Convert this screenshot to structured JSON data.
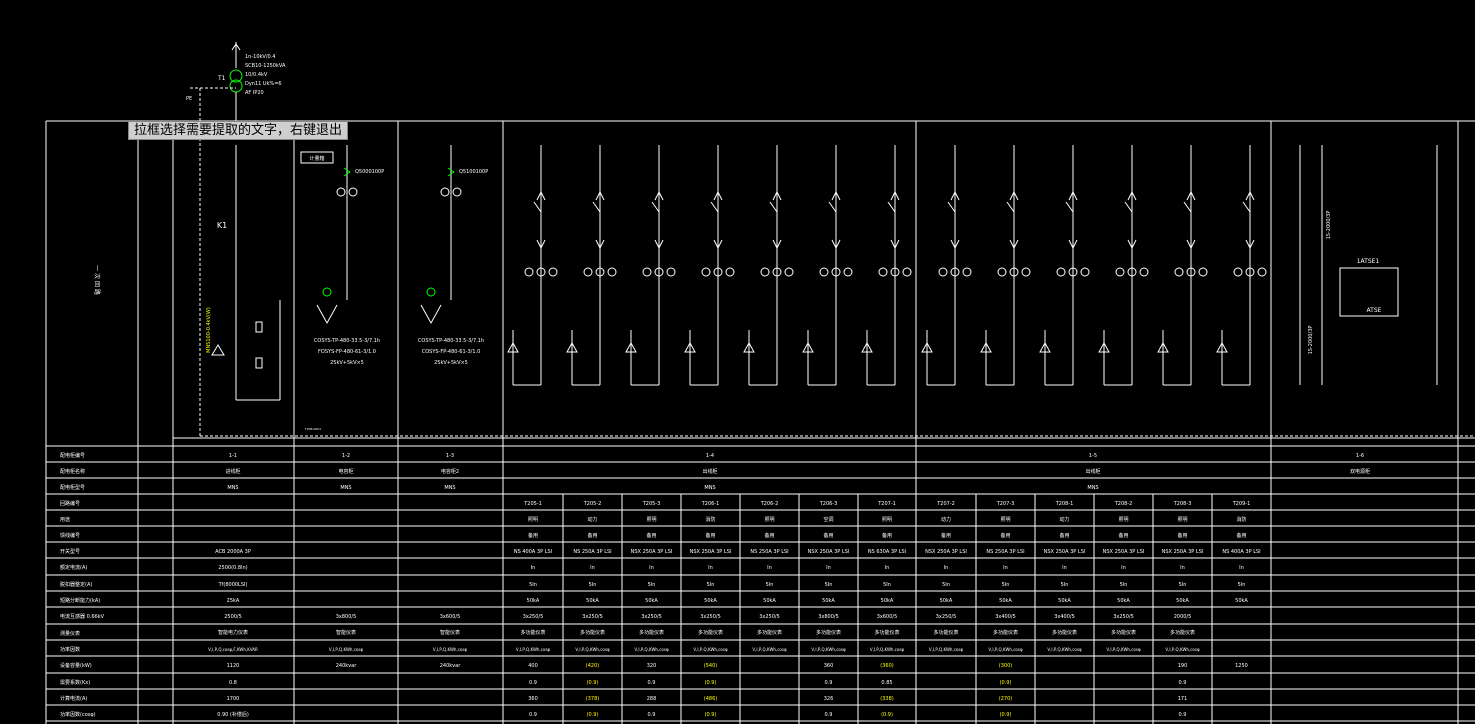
{
  "tooltip": "拉框选择需要提取的文字，右键退出",
  "transformer": {
    "tag": "T1",
    "lines": [
      "1n-10kV/0.4",
      "SCB10-1250kVA",
      "10/0.4kV",
      "Dyn11  Uk%=6",
      "AF   IP20"
    ],
    "pe_label": "PE"
  },
  "left_header": {
    "section_label": "一 次 回 路",
    "row_labels": [
      "配电柜编号",
      "配电柜名称",
      "配电柜型号",
      "回路编号",
      "用途",
      "馈线编号",
      "开关型号",
      "额定电流(A)",
      "脱扣器整定(A)",
      "短路分断能力(kA)",
      "电流互感器 0.66kV",
      "测量仪表",
      "功率因数",
      "设备容量(kW)",
      "需要系数(Kx)",
      "计算电流(A)",
      "功率因数(cosφ)"
    ]
  },
  "panel_nos": [
    "1-1",
    "1-2",
    "1-3",
    "1-4",
    "1-5",
    "1-6"
  ],
  "panel_names": [
    "进线柜",
    "电容柜",
    "电容柜2",
    "出线柜",
    "出线柜",
    "双电源柜"
  ],
  "panel_types": [
    "MNS",
    "MNS",
    "MNS",
    "MNS",
    "MNS",
    ""
  ],
  "circuit_nos": [
    "T205-1",
    "T205-2",
    "T205-3",
    "T206-1",
    "T206-2",
    "T206-3",
    "T207-1",
    "T207-2",
    "T207-3",
    "T208-1",
    "T208-2",
    "T208-3",
    "T209-1"
  ],
  "usage_rows": {
    "use": [
      "照明",
      "动力",
      "照明",
      "消防",
      "照明",
      "空调",
      "照明",
      "动力",
      "照明",
      "动力",
      "照明",
      "照明",
      "消防"
    ],
    "feeder": [
      "备用",
      "备用",
      "备用",
      "备用",
      "备用",
      "备用",
      "备用",
      "备用",
      "备用",
      "备用",
      "备用",
      "备用",
      "备用"
    ],
    "breaker": [
      "ACB 2000A 3P",
      "NS 400A 3P LSI",
      "NS 250A 3P LSI",
      "NSX 250A 3P LSI",
      "NSX 250A 3P LSI",
      "NS 250A 3P LSI",
      "NSX 250A 3P LSI",
      "NS 630A 3P LSI",
      "NSX 250A 3P LSI",
      "NS 250A 3P LSI",
      "NSX 250A 3P LSI",
      "NSX 250A 3P LSI",
      "NSX 250A 3P LSI",
      "NS 400A 3P LSI"
    ],
    "ir": [
      "2500(0.8In)",
      "In",
      "In",
      "In",
      "In",
      "In",
      "In",
      "In",
      "In",
      "In",
      "In",
      "In",
      "In",
      "In"
    ],
    "trip": [
      "Tf(8000LSI)",
      "5In",
      "5In",
      "5In",
      "5In",
      "5In",
      "5In",
      "5In",
      "5In",
      "5In",
      "5In",
      "5In",
      "5In",
      "5In"
    ],
    "icu": [
      "25kA",
      "50kA",
      "50kA",
      "50kA",
      "50kA",
      "50kA",
      "50kA",
      "50kA",
      "50kA",
      "50kA",
      "50kA",
      "50kA",
      "50kA",
      "50kA"
    ],
    "ct": [
      "2500/5",
      "3x800/5",
      "3x600/5",
      "3x250/5",
      "3x250/5",
      "3x250/5",
      "3x250/5",
      "3x250/5",
      "3x800/5",
      "3x600/5",
      "3x250/5",
      "3x400/5",
      "3x400/5",
      "3x250/5",
      "2000/5"
    ],
    "meter": [
      "智能电力仪表",
      "智能仪表",
      "智能仪表",
      "多功能仪表",
      "多功能仪表",
      "多功能仪表",
      "多功能仪表",
      "多功能仪表",
      "多功能仪表",
      "多功能仪表",
      "多功能仪表",
      "多功能仪表",
      "多功能仪表",
      "多功能仪表",
      "多功能仪表"
    ],
    "pf_row": [
      "V,I,P,Q,cosφ,F,KWh,KVAR",
      "V,I,P,Q,KWh,cosφ",
      "V,I,P,Q,KWh,cosφ",
      "V,I,P,Q,KWh,cosφ",
      "V,I,P,Q,KWh,cosφ",
      "V,I,P,Q,KWh,cosφ",
      "V,I,P,Q,KWh,cosφ",
      "V,I,P,Q,KWh,cosφ",
      "V,I,P,Q,KWh,cosφ",
      "V,I,P,Q,KWh,cosφ",
      "V,I,P,Q,KWh,cosφ",
      "V,I,P,Q,KWh,cosφ",
      "V,I,P,Q,KWh,cosφ",
      "V,I,P,Q,KWh,cosφ",
      "V,I,P,Q,KWh,cosφ"
    ],
    "load": [
      "1120",
      "240kvar",
      "240kvar",
      "400",
      "(420)",
      "320",
      "(540)",
      "",
      "360",
      "(360)",
      "",
      "(300)",
      "",
      "",
      "190",
      "1250"
    ],
    "kx": [
      "0.8",
      "",
      "",
      "0.9",
      "(0.9)",
      "0.9",
      "(0.9)",
      "",
      "0.9",
      "0.85",
      "",
      "(0.9)",
      "",
      "",
      "0.9"
    ],
    "ic": [
      "1700",
      "",
      "",
      "360",
      "(378)",
      "288",
      "(486)",
      "",
      "326",
      "(338)",
      "",
      "(270)",
      "",
      "",
      "171"
    ],
    "cos": [
      "0.90 (补偿后)",
      "",
      "",
      "0.9",
      "(0.9)",
      "0.9",
      "(0.9)",
      "",
      "0.9",
      "(0.9)",
      "",
      "(0.9)",
      "",
      "",
      "0.9"
    ]
  },
  "cabinet_texts": {
    "c2_box": "计量箱",
    "c2_breaker": "Q5000100P",
    "c3_breaker": "Q5100100P",
    "c2_cap": [
      "COSYS-TP-480-33.5-3/7.1h",
      "FOSYS-FP-480-61-3/1.0",
      "25kV+5kV×5"
    ],
    "c3_cap": [
      "COSYS-TP-480-33.5-3/7.1h",
      "COSYS-FP-480-61-3/1.0",
      "25kV+5kV×5"
    ],
    "k1": "K1",
    "ats_label": "1ATSE1",
    "ats_sub": "ATSE",
    "ats_top": "1S-2000/3P",
    "ats_bot": "1S-2000/3P",
    "c1_vert": "MNS100-0.4kV(W)",
    "small_note": "T206-0001"
  },
  "colors": {
    "line": "#ffffff",
    "green": "#00ff00",
    "yellow": "#ffff00",
    "bg": "#000000"
  }
}
